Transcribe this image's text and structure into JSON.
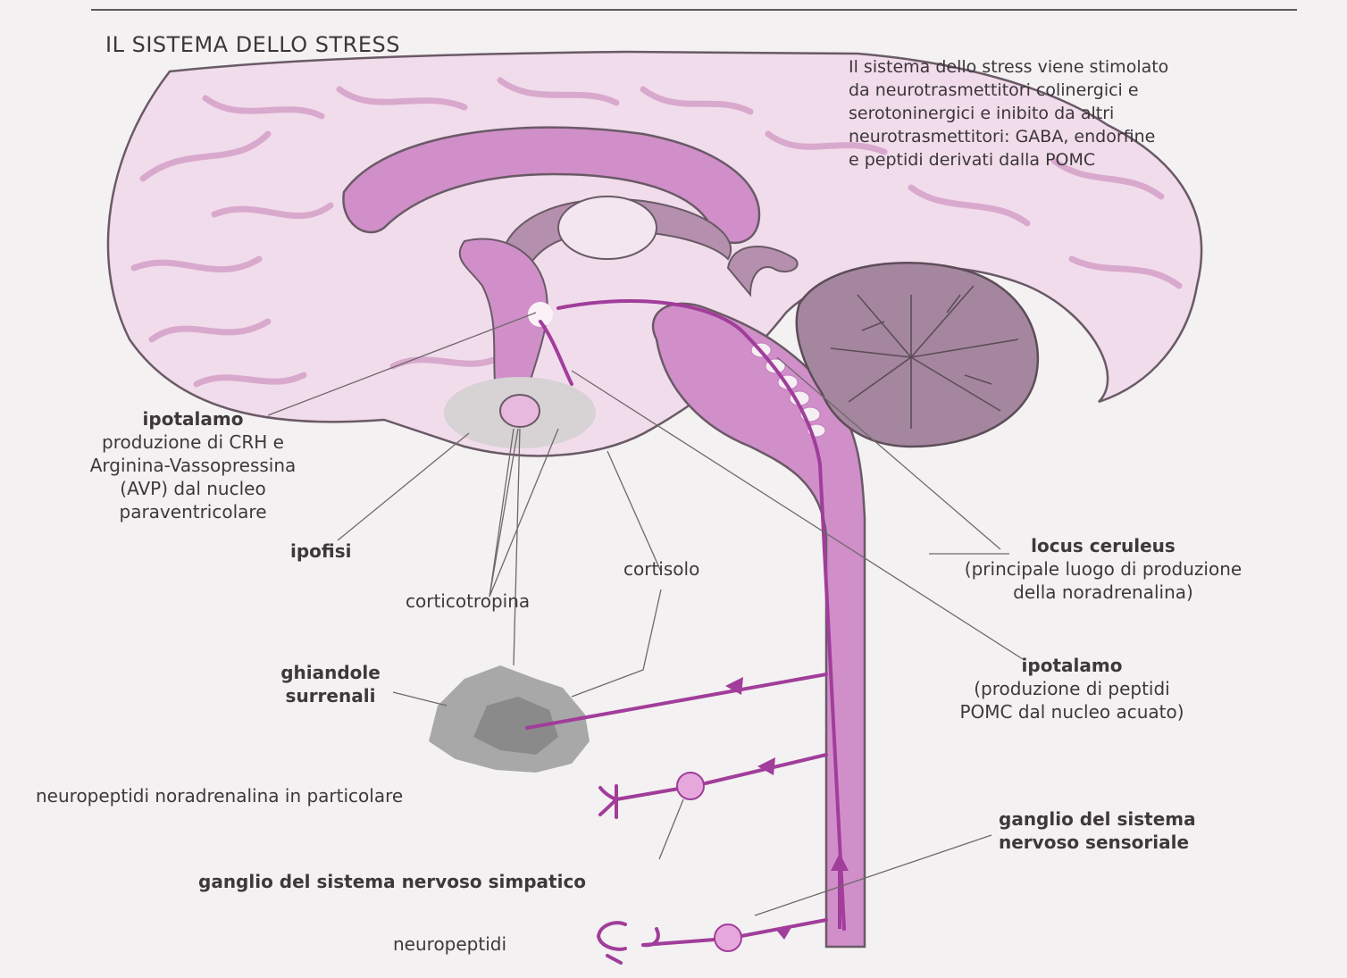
{
  "title": "IL SISTEMA DELLO STRESS",
  "intro": [
    "Il sistema dello stress viene stimolato",
    "da neurotrasmettitori colinergici e",
    "serotoninergici e inibito da altri",
    "neurotrasmettitori: GABA, endorfine",
    "e peptidi derivati dalla POMC"
  ],
  "labels": {
    "ipotalamo_left": {
      "name": "ipotalamo",
      "desc": [
        "produzione di CRH e",
        "Arginina-Vassopressina",
        "(AVP) dal nucleo",
        "paraventricolare"
      ]
    },
    "ipofisi": "ipofisi",
    "cortisolo": "cortisolo",
    "corticotropina": "corticotropina",
    "locus": {
      "name": "locus ceruleus",
      "desc": [
        "(principale luogo di  produzione",
        "della noradrenalina)"
      ]
    },
    "ghiandole": [
      "ghiandole",
      "surrenali"
    ],
    "ipotalamo_right": {
      "name": "ipotalamo",
      "desc": [
        "(produzione di peptidi",
        "POMC dal nucleo acuato)"
      ]
    },
    "neuropeptidi_nor": "neuropeptidi noradrenalina in particolare",
    "ganglio_sensoriale": [
      "ganglio del sistema",
      "nervoso sensoriale"
    ],
    "ganglio_simpatico": "ganglio del sistema nervoso simpatico",
    "neuropeptidi": "neuropeptidi"
  },
  "colors": {
    "brain": "#f1dcec",
    "brain_fold": "#e7c0dc",
    "structure": "#d08fc9",
    "structure_dark": "#c27cbd",
    "nerve": "#a13d9a",
    "cerebellum": "#a4879e",
    "gland_light": "#a8a8a8",
    "gland_dark": "#8a8a8a"
  }
}
